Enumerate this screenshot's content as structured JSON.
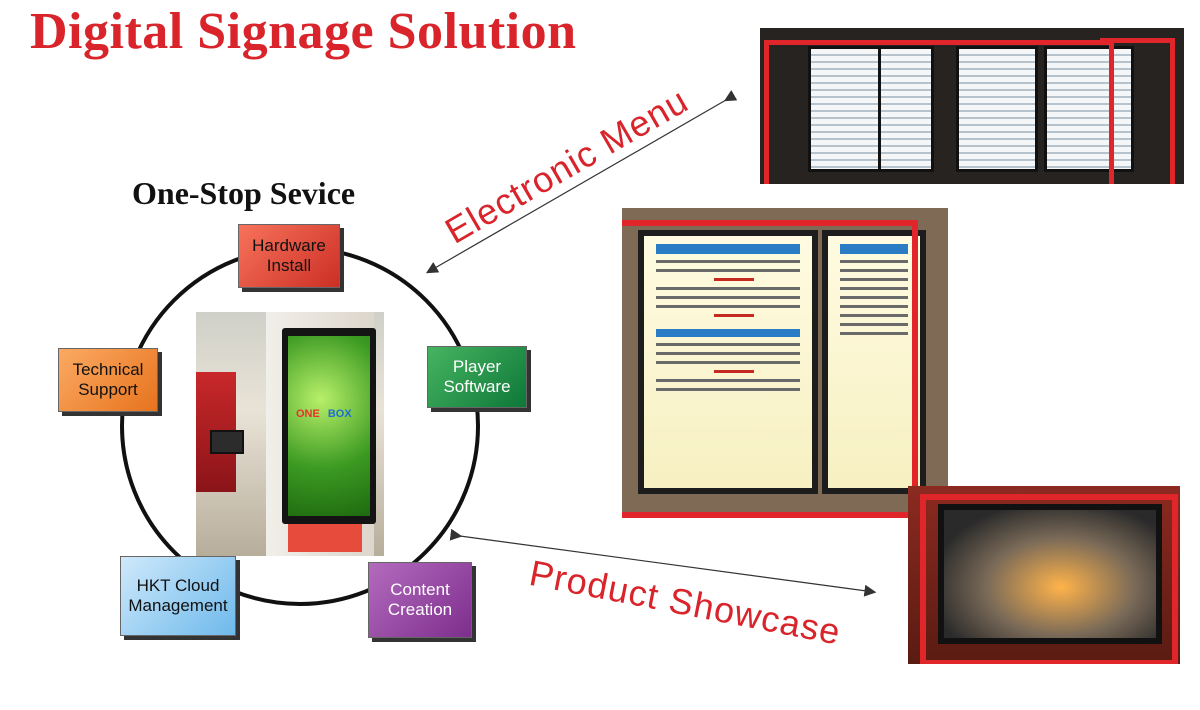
{
  "title": "Digital Signage Solution",
  "subtitle": "One-Stop Sevice",
  "nodes": {
    "hardware": "Hardware\nInstall",
    "player": "Player\nSoftware",
    "content": "Content\nCreation",
    "hkt": "HKT Cloud\nManagement",
    "tech": "Technical\nSupport"
  },
  "labels": {
    "electronic_menu": "Electronic Menu",
    "product_showcase": "Product Showcase"
  },
  "kiosk_logo": {
    "left": "ONE",
    "right": "BOX"
  },
  "colors": {
    "title_red": "#d8242a",
    "frame_red": "#e0262a",
    "hardware": "#e0473a",
    "player": "#1f9447",
    "content": "#9744a5",
    "hkt": "#a8d6f5",
    "tech": "#f28a3a"
  }
}
